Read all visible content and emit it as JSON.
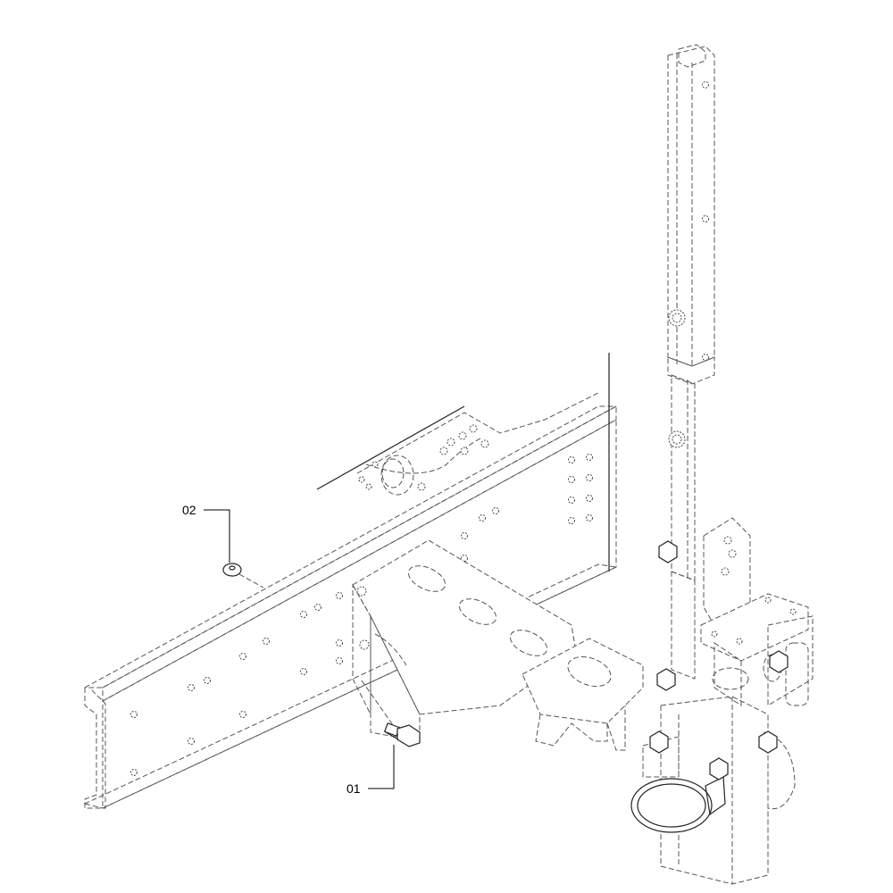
{
  "callouts": [
    {
      "id": "02",
      "label": "02",
      "part": "washer"
    },
    {
      "id": "01",
      "label": "01",
      "part": "bolt"
    }
  ],
  "colors": {
    "line": "#555555",
    "solid": "#222222",
    "background": "#ffffff"
  }
}
